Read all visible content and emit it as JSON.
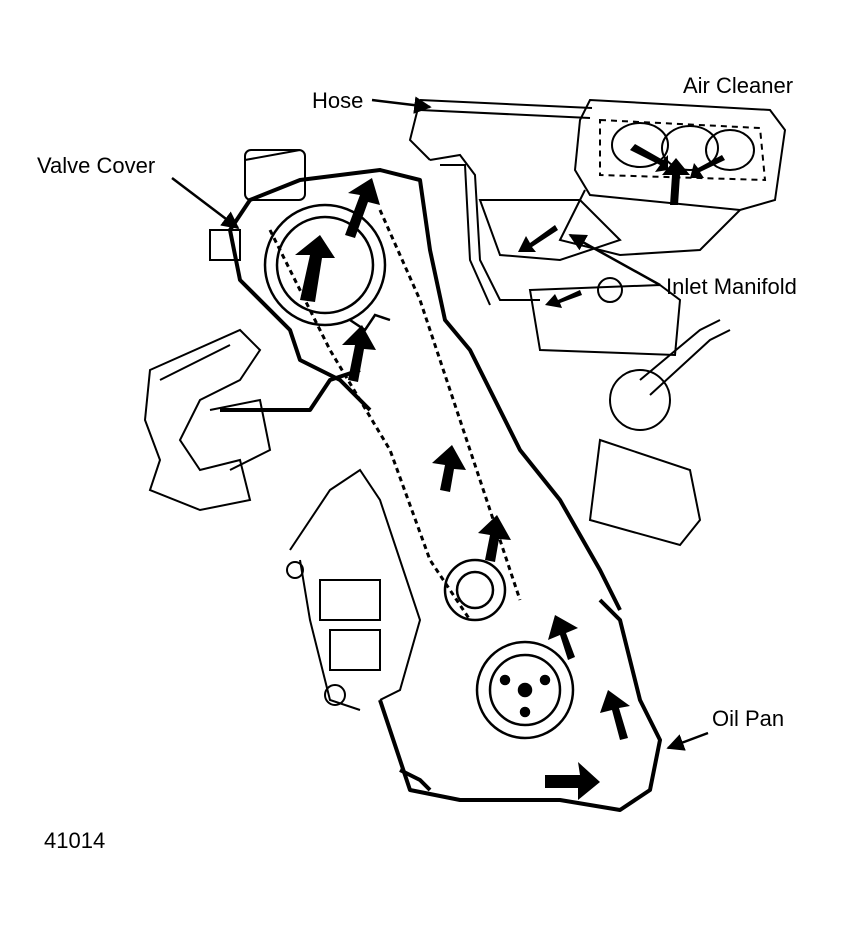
{
  "diagram": {
    "labels": {
      "air_cleaner": "Air Cleaner",
      "hose": "Hose",
      "valve_cover": "Valve Cover",
      "inlet_manifold": "Inlet Manifold",
      "oil_pan": "Oil Pan"
    },
    "figure_number": "41014"
  },
  "colors": {
    "ink": "#000000",
    "paper": "#ffffff"
  }
}
